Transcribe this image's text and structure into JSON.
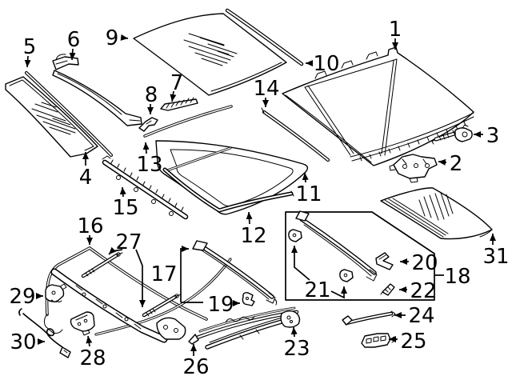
{
  "diagram": {
    "type": "exploded-parts-diagram",
    "subject": "sunroof-assembly-line-art",
    "background": "#ffffff",
    "line_color": "#000000",
    "callouts": [
      {
        "label": "1"
      },
      {
        "label": "2"
      },
      {
        "label": "3"
      },
      {
        "label": "4"
      },
      {
        "label": "5"
      },
      {
        "label": "6"
      },
      {
        "label": "7"
      },
      {
        "label": "8"
      },
      {
        "label": "9"
      },
      {
        "label": "10"
      },
      {
        "label": "11"
      },
      {
        "label": "12"
      },
      {
        "label": "13"
      },
      {
        "label": "14"
      },
      {
        "label": "15"
      },
      {
        "label": "16"
      },
      {
        "label": "17"
      },
      {
        "label": "18"
      },
      {
        "label": "19"
      },
      {
        "label": "20"
      },
      {
        "label": "21"
      },
      {
        "label": "22"
      },
      {
        "label": "23"
      },
      {
        "label": "24"
      },
      {
        "label": "25"
      },
      {
        "label": "26"
      },
      {
        "label": "27"
      },
      {
        "label": "28"
      },
      {
        "label": "29"
      },
      {
        "label": "30"
      },
      {
        "label": "31"
      }
    ]
  }
}
